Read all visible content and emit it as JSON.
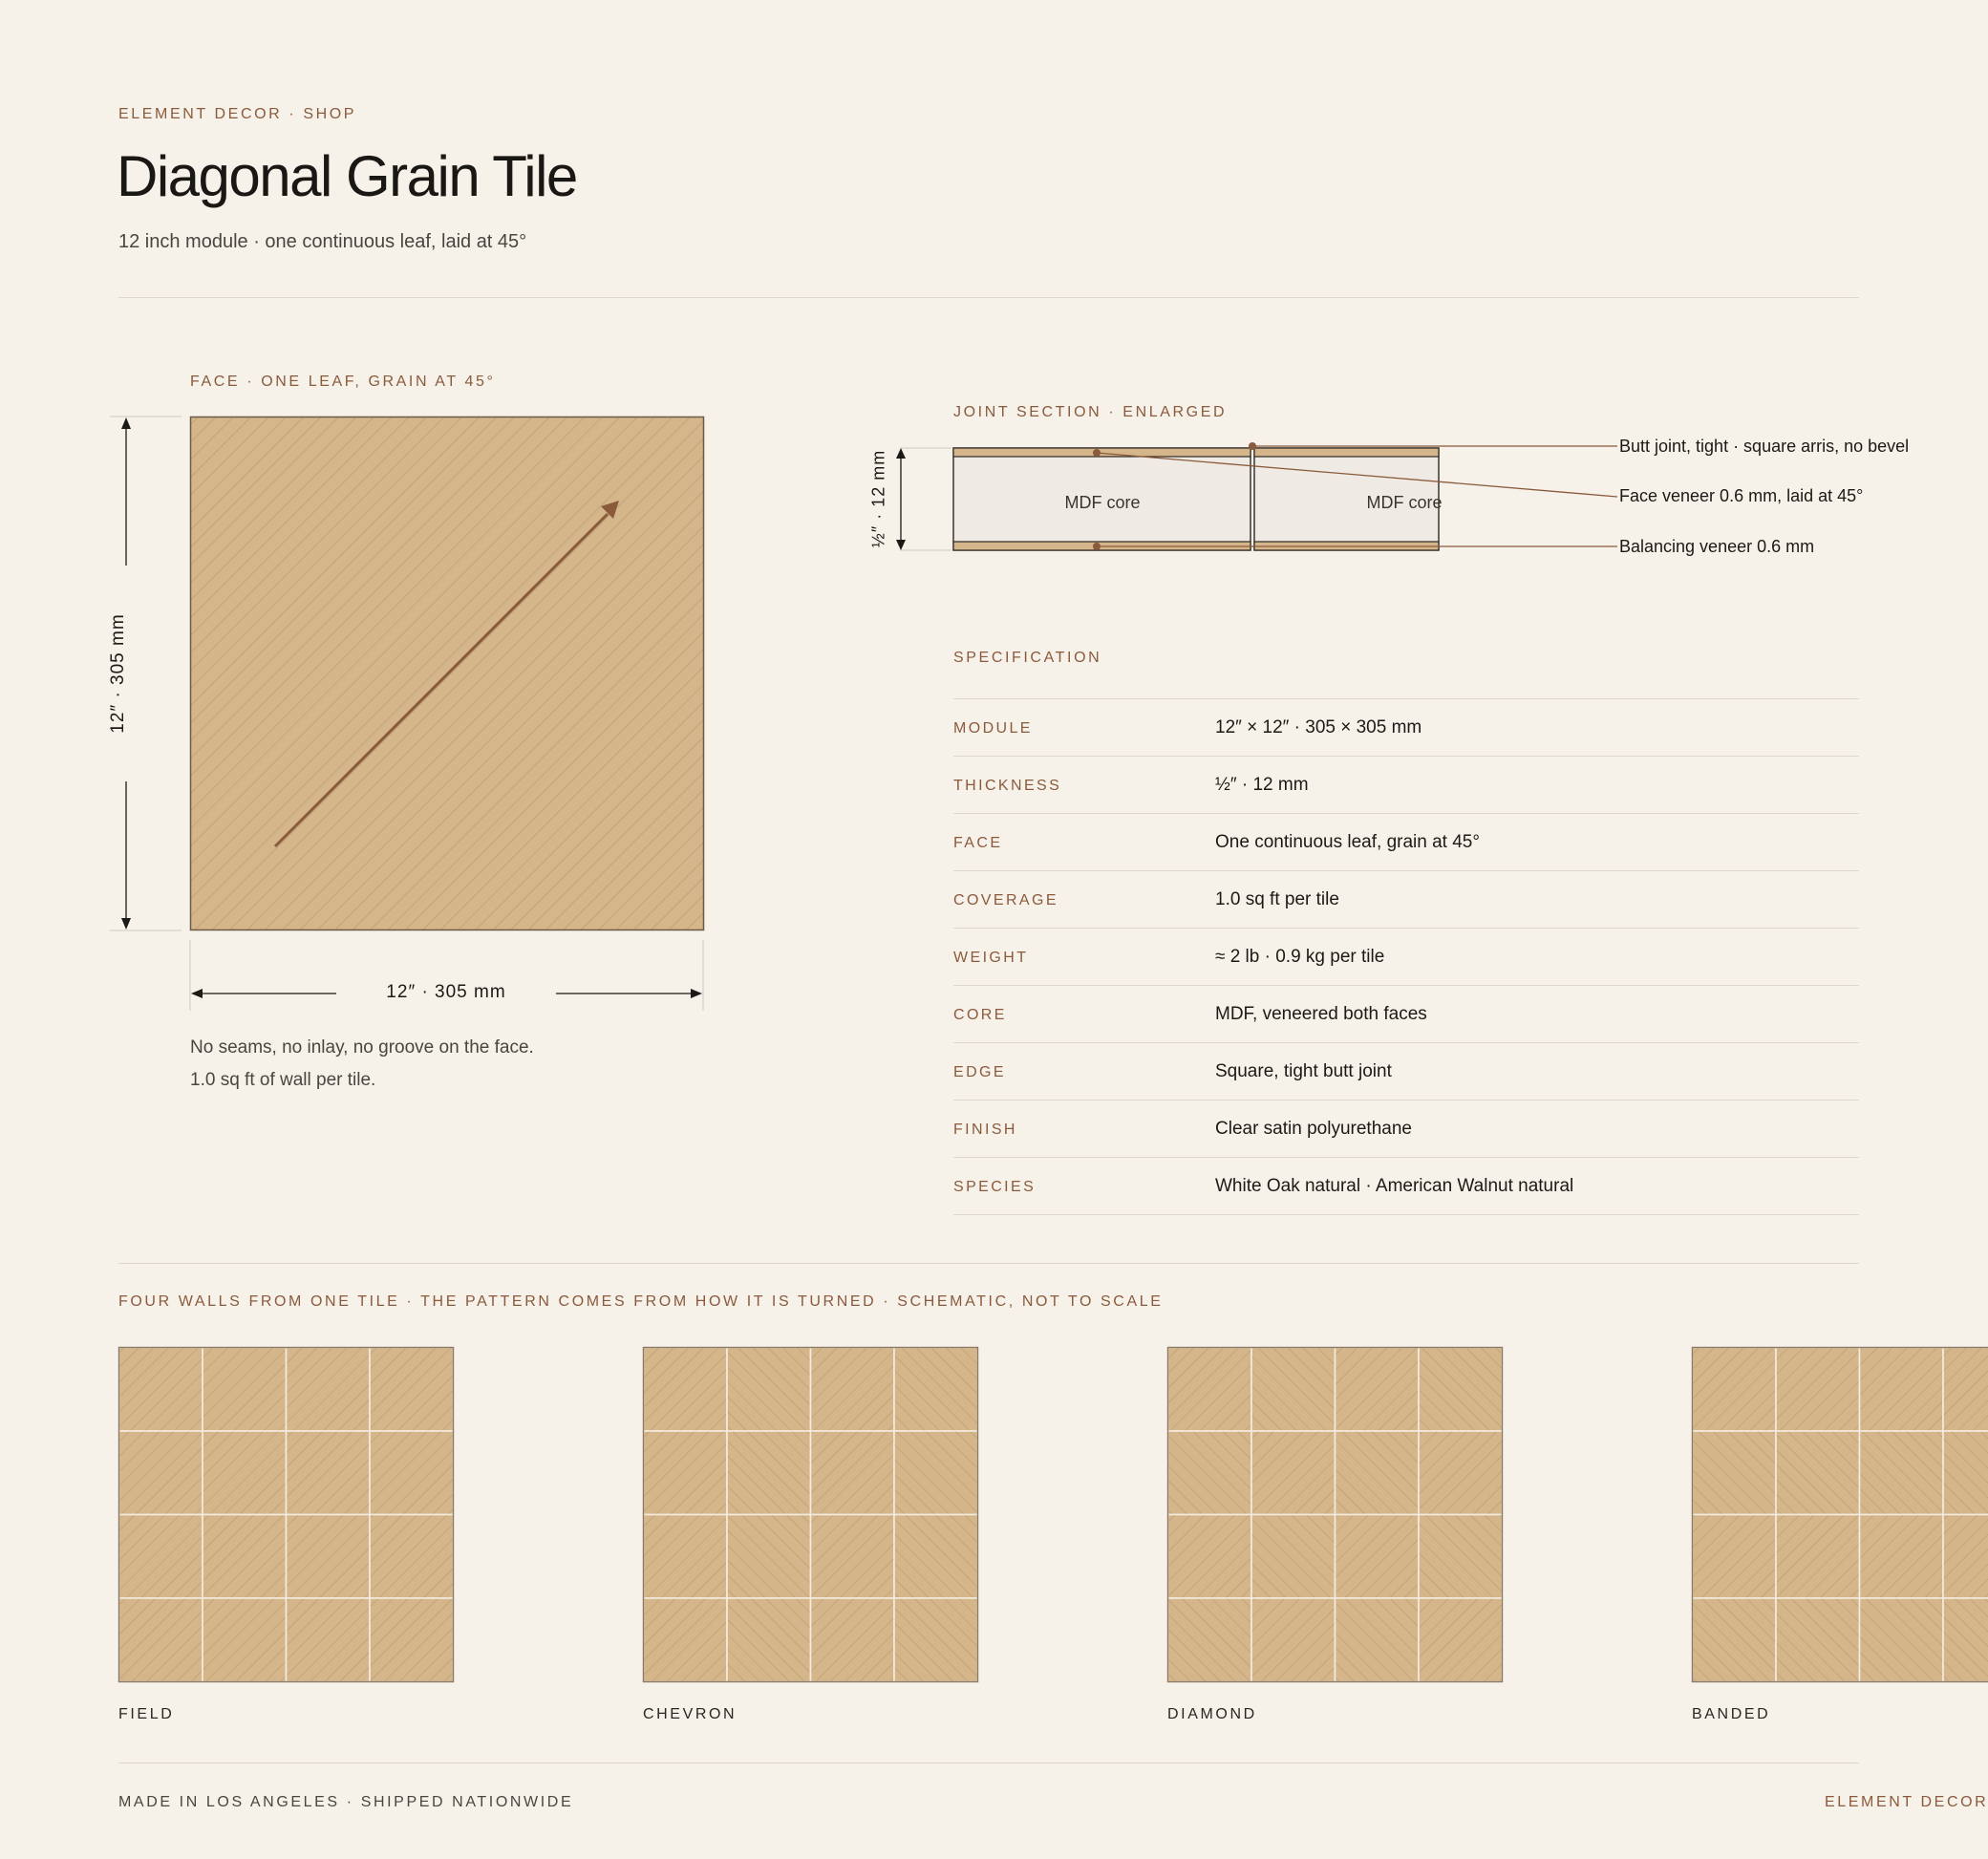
{
  "header": {
    "breadcrumb": "ELEMENT DECOR · SHOP",
    "title": "Diagonal Grain Tile",
    "subtitle": "12 inch module · one continuous leaf, laid at 45°"
  },
  "face": {
    "label": "FACE · ONE LEAF, GRAIN AT 45°",
    "height_dim": "12″ · 305 mm",
    "width_dim": "12″ · 305 mm",
    "note_lines": [
      "No seams, no inlay, no groove on the face.",
      "1.0 sq ft of wall per tile."
    ]
  },
  "section": {
    "label": "JOINT SECTION · ENLARGED",
    "thickness_dim": "½″ · 12 mm",
    "core_label_left": "MDF core",
    "core_label_right": "MDF core",
    "callouts": [
      "Butt joint, tight · square arris, no bevel",
      "Face veneer 0.6 mm, laid at 45°",
      "Balancing veneer 0.6 mm"
    ]
  },
  "specification": {
    "label": "SPECIFICATION",
    "rows": [
      {
        "label": "MODULE",
        "value": "12″ × 12″ · 305 × 305 mm"
      },
      {
        "label": "THICKNESS",
        "value": "½″ · 12 mm"
      },
      {
        "label": "FACE",
        "value": "One continuous leaf, grain at 45°"
      },
      {
        "label": "COVERAGE",
        "value": "1.0 sq ft per tile"
      },
      {
        "label": "WEIGHT",
        "value": "≈ 2 lb · 0.9 kg per tile"
      },
      {
        "label": "CORE",
        "value": "MDF, veneered both faces"
      },
      {
        "label": "EDGE",
        "value": "Square, tight butt joint"
      },
      {
        "label": "FINISH",
        "value": "Clear satin polyurethane"
      },
      {
        "label": "SPECIES",
        "value": "White Oak natural · American Walnut natural"
      }
    ]
  },
  "patterns": {
    "label": "FOUR WALLS FROM ONE TILE · THE PATTERN COMES FROM HOW IT IS TURNED · SCHEMATIC, NOT TO SCALE",
    "items": [
      {
        "name": "FIELD"
      },
      {
        "name": "CHEVRON"
      },
      {
        "name": "DIAMOND"
      },
      {
        "name": "BANDED"
      }
    ]
  },
  "footer": {
    "left": "MADE IN LOS ANGELES · SHIPPED NATIONWIDE",
    "right": "ELEMENT DECOR"
  },
  "colors": {
    "background": "#f6f2ea",
    "accent": "#8b5a3c",
    "wood": "#d4b68a",
    "grain": "#b8986a",
    "core": "#efebe4"
  }
}
